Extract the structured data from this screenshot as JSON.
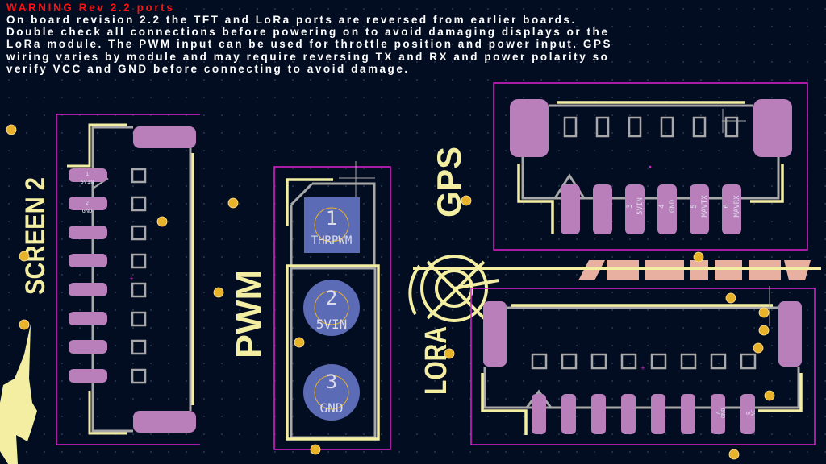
{
  "warning": {
    "title": "WARNING Rev 2.2 ports",
    "lines": [
      "On board revision 2.2 the TFT and LoRa ports are reversed from earlier boards.",
      "Double check all connections before powering on to avoid damaging displays or the",
      "LoRa module. The PWM input can be used for throttle position and power input. GPS",
      "wiring varies by module and may require reversing TX and RX and power polarity so",
      "verify VCC and GND before connecting to avoid damage."
    ]
  },
  "screen2": {
    "label": "SCREEN 2",
    "pins": [
      {
        "num": "1",
        "name": "5VIN"
      },
      {
        "num": "2",
        "name": "GND"
      }
    ]
  },
  "pwm": {
    "label": "PWM",
    "pins": [
      {
        "num": "1",
        "name": "THRPWM"
      },
      {
        "num": "2",
        "name": "5VIN"
      },
      {
        "num": "3",
        "name": "GND"
      }
    ]
  },
  "gps": {
    "label": "GPS",
    "pins": [
      {
        "num": "3",
        "name": "5VIN"
      },
      {
        "num": "4",
        "name": "GND"
      },
      {
        "num": "5",
        "name": "MAVTX"
      },
      {
        "num": "6",
        "name": "MAVRX"
      }
    ]
  },
  "lora": {
    "label": "LORA",
    "pins": [
      {
        "num": "7",
        "name": "GND"
      },
      {
        "num": "8",
        "name": "3V"
      }
    ]
  },
  "colors": {
    "bg": "#030d22",
    "pad": "#b87fba",
    "silk": "#f4eea2",
    "courtyard": "#e020d0",
    "outline": "#a8a8a8",
    "via": "#e8b22a",
    "thpad": "#5c6bb5",
    "warning": "#ff1010"
  }
}
